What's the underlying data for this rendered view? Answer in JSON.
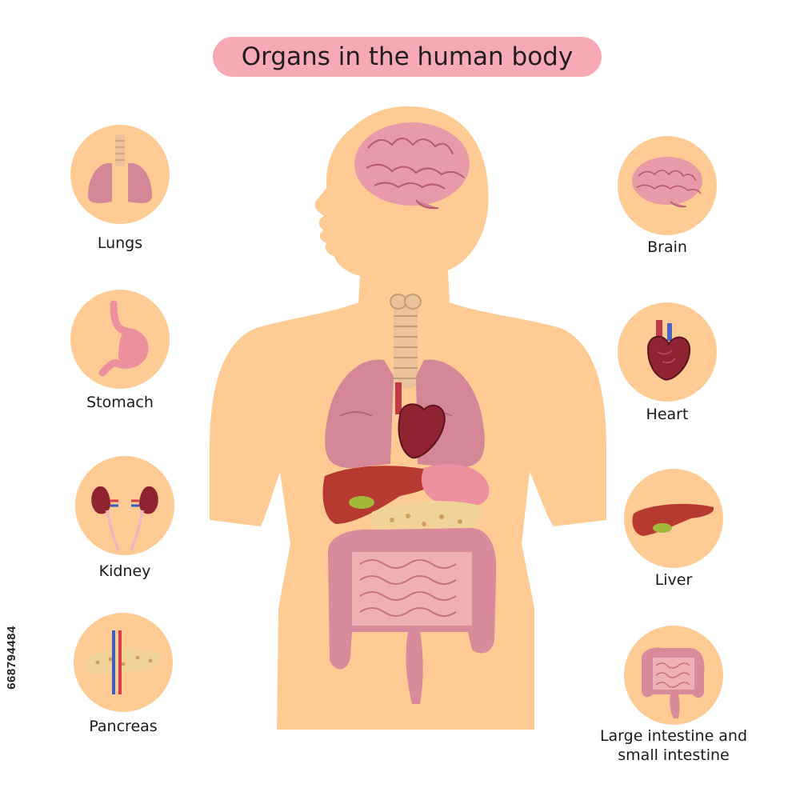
{
  "title": "Organs in the human body",
  "stock_id": "668794484",
  "organs_left": [
    {
      "key": "lungs",
      "label": "Lungs"
    },
    {
      "key": "stomach",
      "label": "Stomach"
    },
    {
      "key": "kidney",
      "label": "Kidney"
    },
    {
      "key": "pancreas",
      "label": "Pancreas"
    }
  ],
  "organs_right": [
    {
      "key": "brain",
      "label": "Brain"
    },
    {
      "key": "heart",
      "label": "Heart"
    },
    {
      "key": "liver",
      "label": "Liver"
    },
    {
      "key": "intestines",
      "label_line1": "Large intestine and",
      "label_line2": "small intestine"
    }
  ],
  "colors": {
    "title_pill": "#f7a9b6",
    "badge": "#fecb95",
    "silhouette": "#fecb95",
    "organ_pink": "#e99aa8",
    "organ_red": "#a8283b",
    "liver": "#b63a32",
    "gallbladder": "#a4b83a",
    "pancreas": "#f1d39a"
  }
}
